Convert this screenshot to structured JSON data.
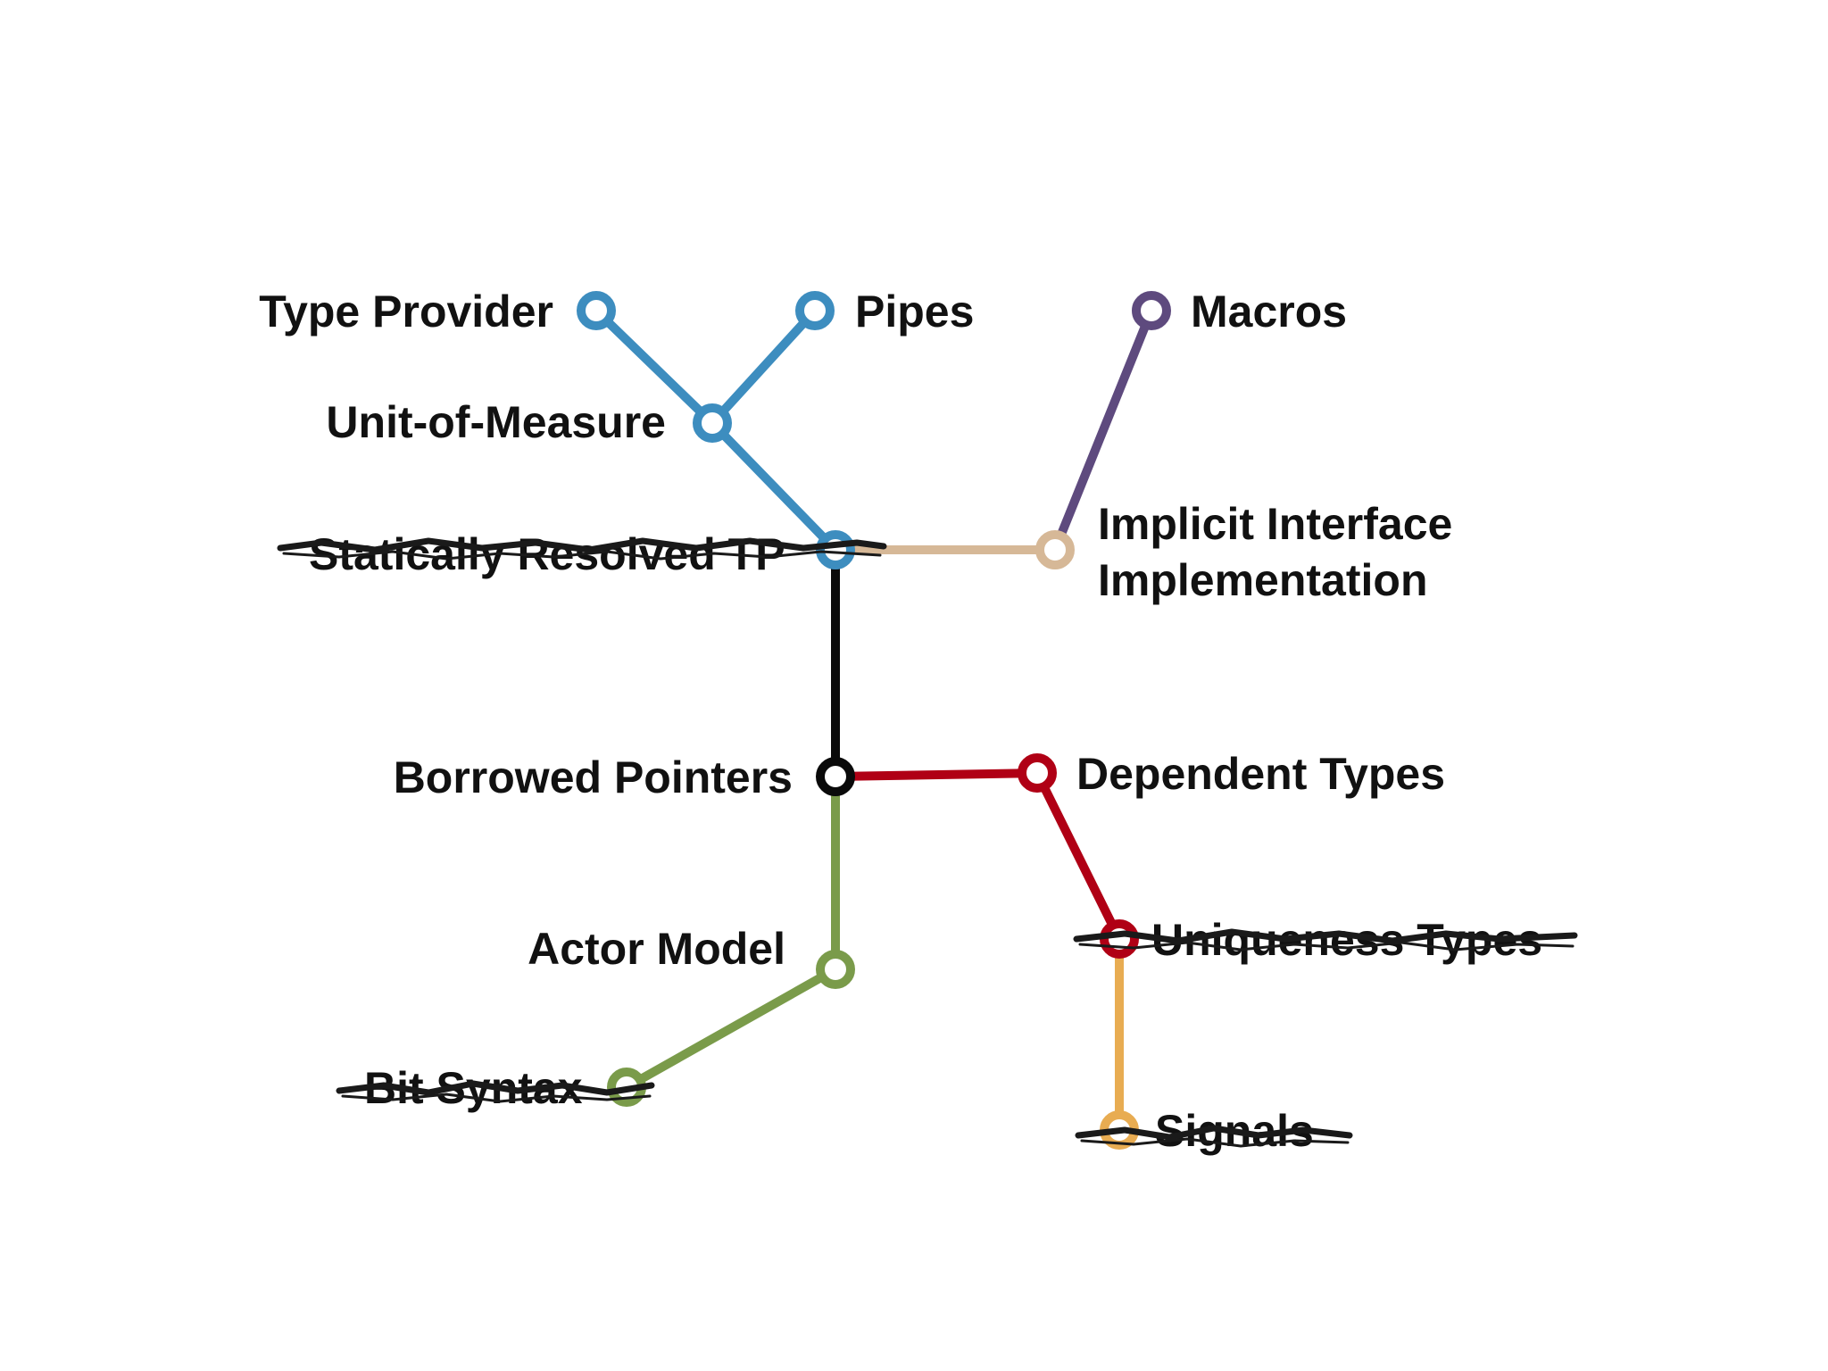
{
  "colors": {
    "blue": "#3d8dbf",
    "purple": "#5e4a7e",
    "tan": "#d6b897",
    "black": "#0a0a0a",
    "red": "#b00015",
    "green": "#7a9b4a",
    "orange": "#e8ac52"
  },
  "stations": {
    "type_provider": "Type Provider",
    "pipes": "Pipes",
    "macros": "Macros",
    "unit_of_measure": "Unit-of-Measure",
    "statically_resolved_tp": "Statically Resolved TP",
    "implicit_interface_line1": "Implicit Interface",
    "implicit_interface_line2": "Implementation",
    "borrowed_pointers": "Borrowed Pointers",
    "dependent_types": "Dependent Types",
    "actor_model": "Actor Model",
    "uniqueness_types": "Uniqueness Types",
    "bit_syntax": "Bit Syntax",
    "signals": "Signals"
  }
}
